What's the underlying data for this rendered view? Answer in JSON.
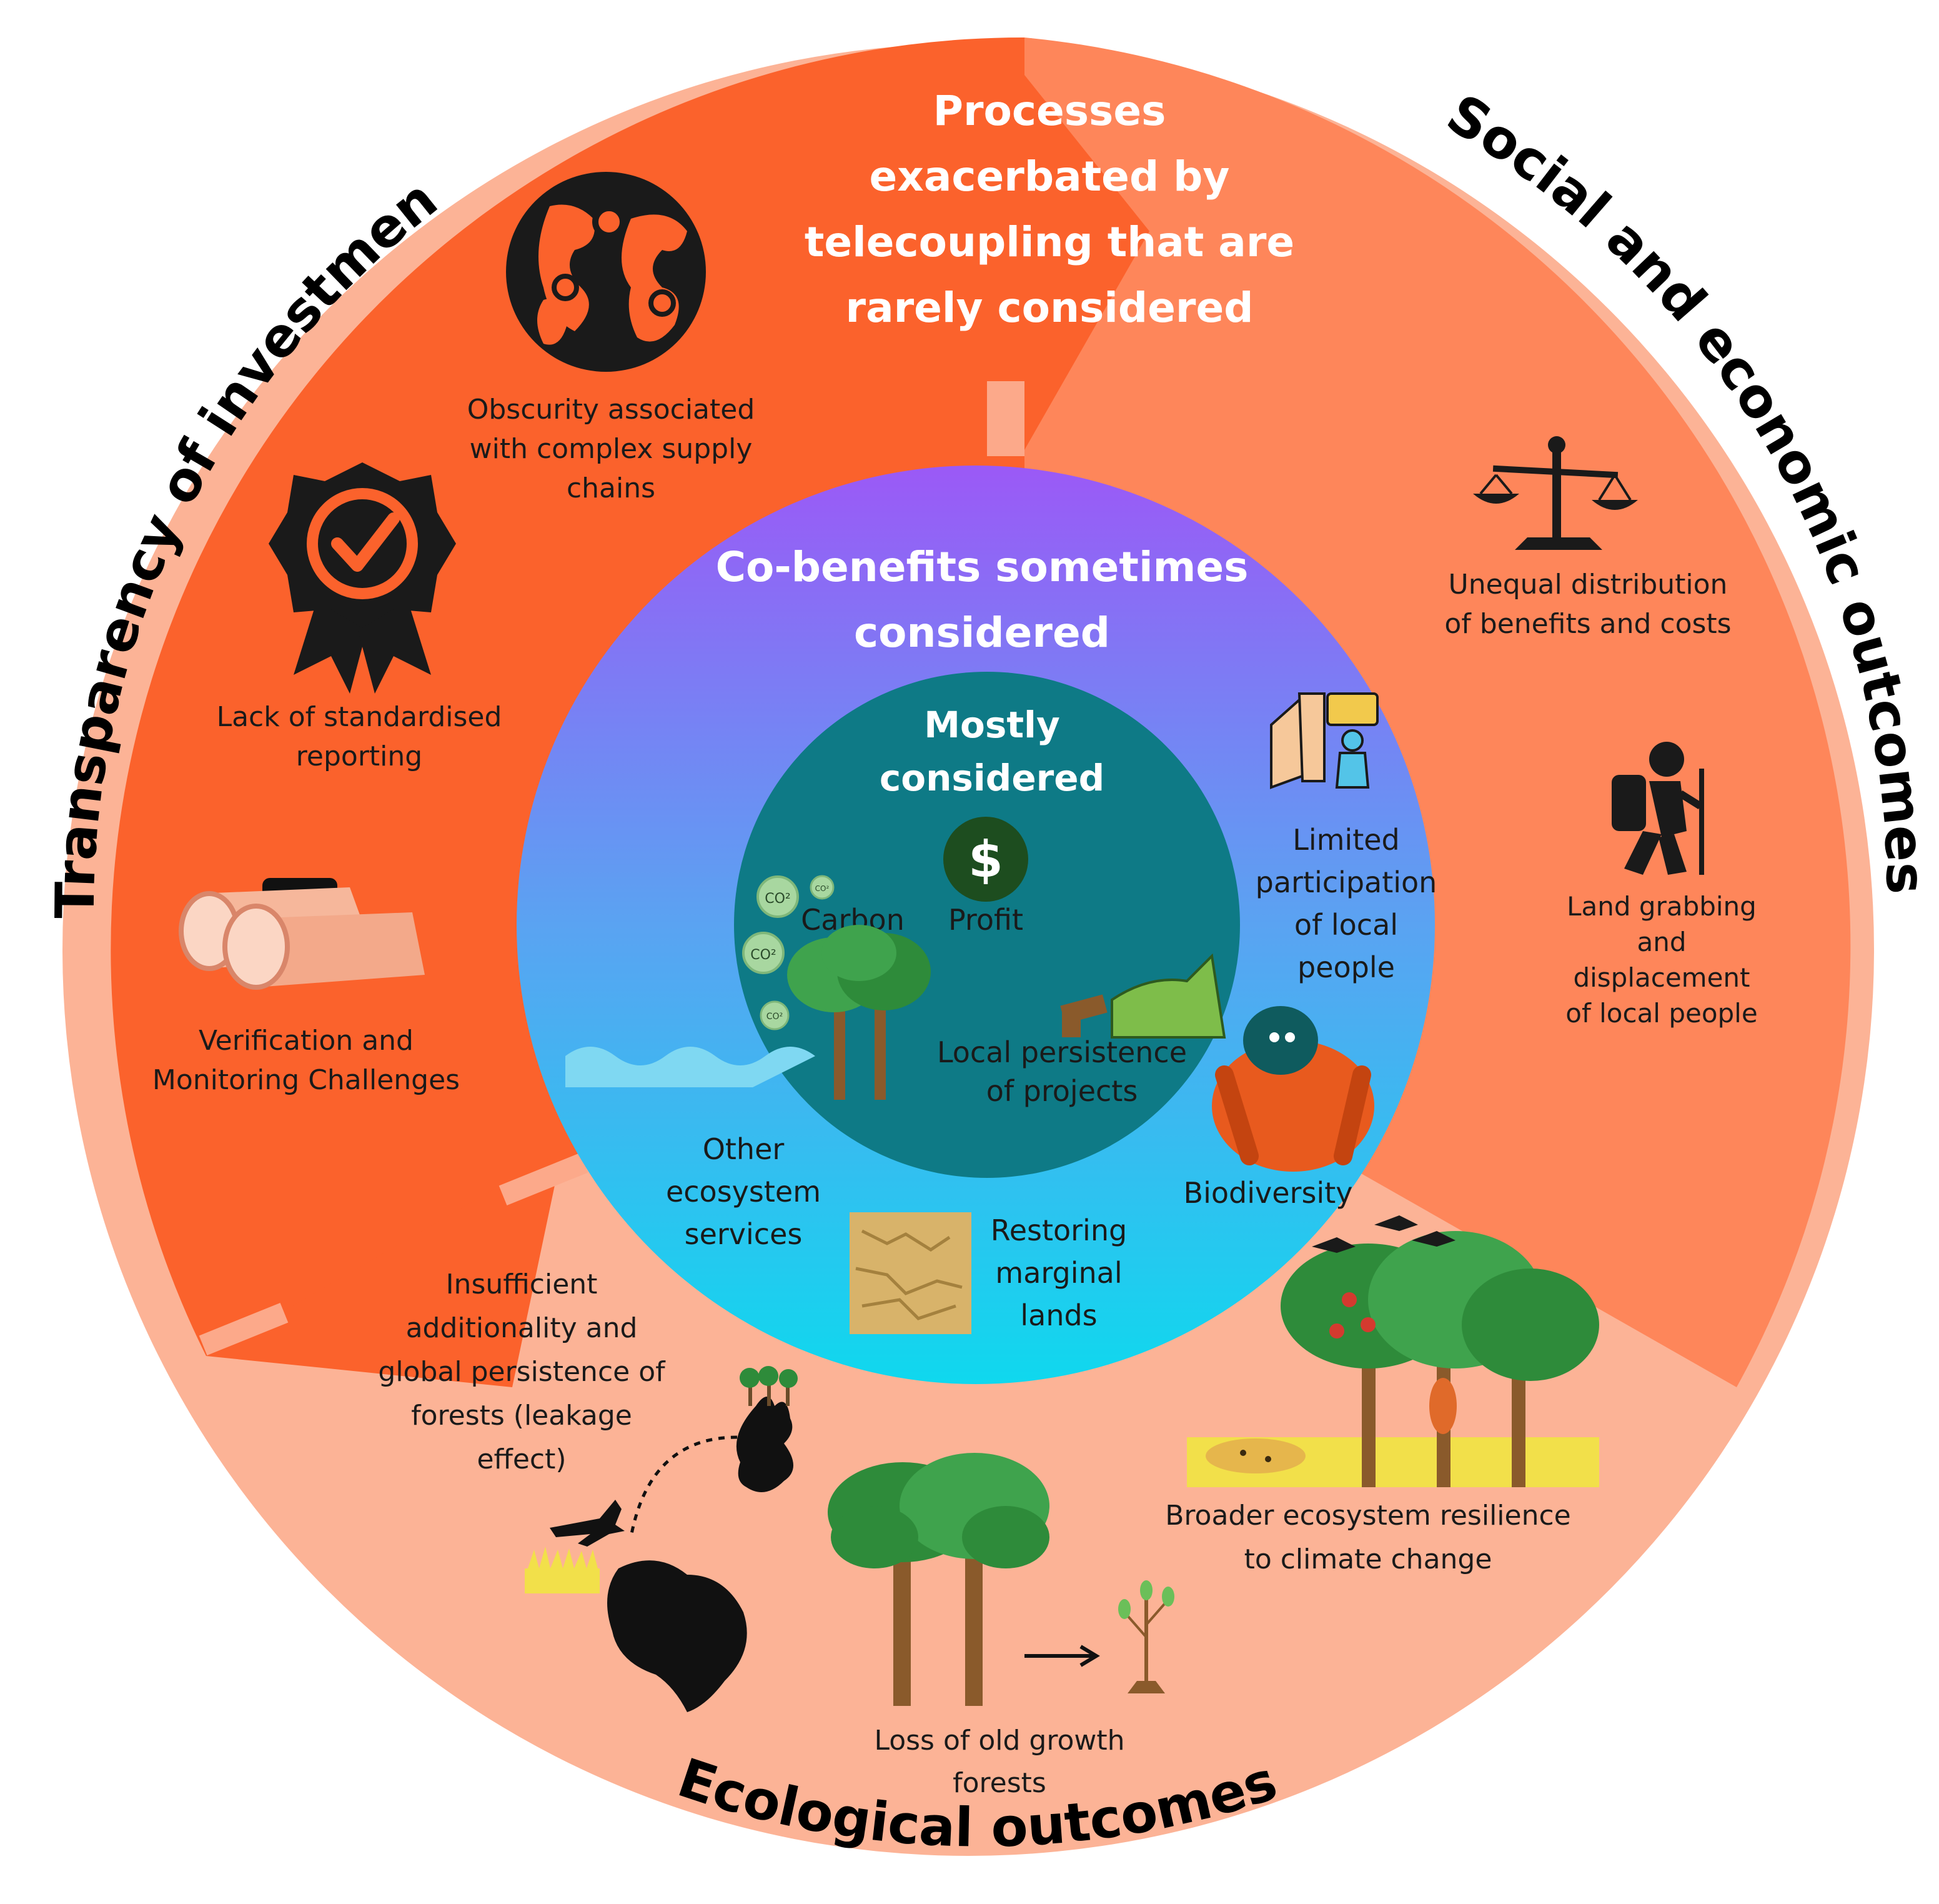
{
  "headers": {
    "outer": [
      "Processes",
      "exacerbated by",
      "telecoupling that are",
      "rarely considered"
    ],
    "middle": [
      "Co-benefits sometimes",
      "considered"
    ],
    "inner": [
      "Mostly",
      "considered"
    ]
  },
  "arc_titles": {
    "transparency": "Transparency of investments",
    "social": "Social and economic outcomes",
    "ecological": "Ecological outcomes"
  },
  "items": {
    "obscurity": [
      "Obscurity associated",
      "with complex supply",
      "chains"
    ],
    "reporting": [
      "Lack of standardised",
      "reporting"
    ],
    "verification": [
      "Verification and",
      "Monitoring Challenges"
    ],
    "unequal": [
      "Unequal distribution",
      "of benefits and costs"
    ],
    "land_grabbing": [
      "Land grabbing",
      "and",
      "displacement",
      "of local people"
    ],
    "additionality": [
      "Insufficient",
      "additionality and",
      "global persistence of",
      "forests (leakage",
      "effect)"
    ],
    "old_growth": [
      "Loss of old growth",
      "forests"
    ],
    "resilience": [
      "Broader ecosystem resilience",
      "to climate change"
    ],
    "participation": [
      "Limited",
      "participation",
      "of local",
      "people"
    ],
    "biodiversity": [
      "Biodiversity"
    ],
    "restoring": [
      "Restoring",
      "marginal",
      "lands"
    ],
    "other_services": [
      "Other",
      "ecosystem",
      "services"
    ],
    "carbon": [
      "Carbon"
    ],
    "profit": [
      "Profit"
    ],
    "persistence": [
      "Local persistence",
      "of projects"
    ]
  },
  "icon_text": {
    "dollar": "$",
    "co2": "CO²"
  },
  "colors": {
    "transparency_sector": "#fb622c",
    "social_sector": "#fe865a",
    "ecological_sector": "#fcb396",
    "middle_top": "#9b59f6",
    "middle_bottom": "#0fd8ee",
    "inner": "#0e7a86",
    "dollar_bg": "#1d4d1f"
  }
}
